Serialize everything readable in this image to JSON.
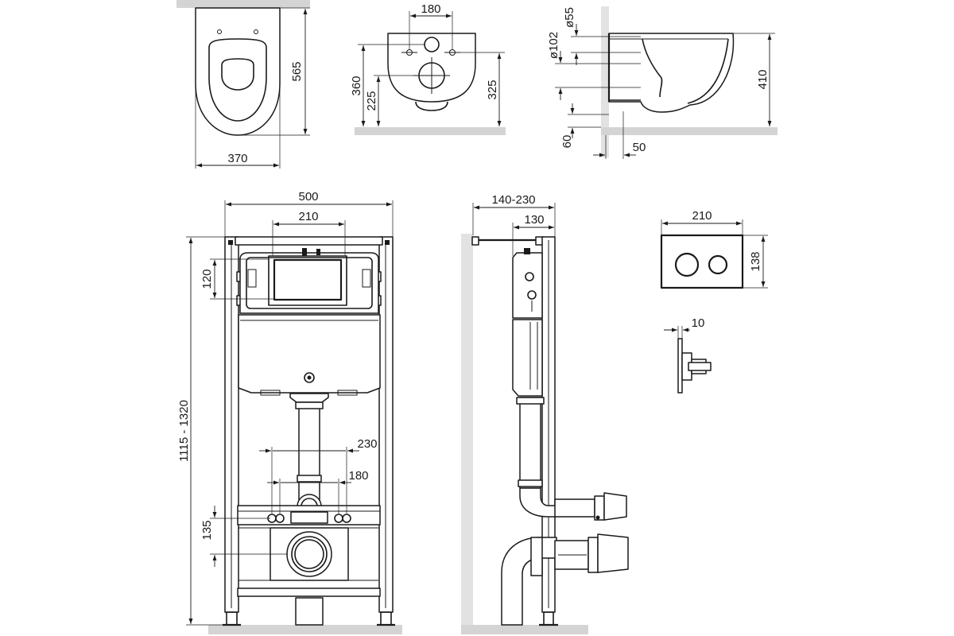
{
  "dimensions": {
    "top_view": {
      "length": "565",
      "width": "370"
    },
    "front_view": {
      "hole_spacing": "180",
      "overall_height": "360",
      "outlet_height": "225",
      "inlet_height": "325"
    },
    "side_view": {
      "inlet_diameter": "ø55",
      "outlet_diameter": "ø102",
      "height": "410",
      "floor_clearance": "60",
      "wall_clearance": "50"
    },
    "frame_front": {
      "frame_width": "500",
      "tank_width": "210",
      "plate_opening_height": "120",
      "frame_height": "1115 - 1320",
      "anchor_spacing_outer": "230",
      "anchor_spacing_inner": "180",
      "outlet_height": "135"
    },
    "frame_side": {
      "depth_range": "140-230",
      "frame_depth": "130"
    },
    "flush_plate": {
      "width": "210",
      "height": "138",
      "thickness": "10"
    }
  }
}
